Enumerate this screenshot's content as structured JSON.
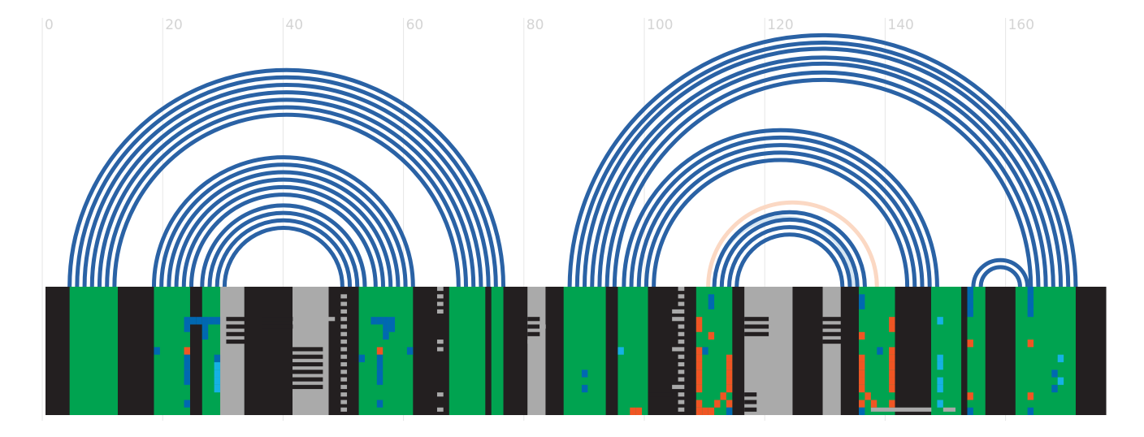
{
  "x_axis": {
    "ticks": [
      {
        "value": 0,
        "label": "0"
      },
      {
        "value": 20,
        "label": "20"
      },
      {
        "value": 40,
        "label": "40"
      },
      {
        "value": 60,
        "label": "60"
      },
      {
        "value": 80,
        "label": "80"
      },
      {
        "value": 100,
        "label": "100"
      },
      {
        "value": 120,
        "label": "120"
      },
      {
        "value": 140,
        "label": "140"
      },
      {
        "value": 160,
        "label": "160"
      }
    ],
    "min": 0,
    "max": 176,
    "grid": true
  },
  "colors": {
    "arc_primary": "#2a62a5",
    "arc_alt_orange": "#fbd8c3",
    "arc_alt_blue": "#d6e6f3",
    "paired": "#00a350",
    "unpaired": "#231f20",
    "gap": "#aaaaaa",
    "mut_blue": "#0068b1",
    "mut_cyan": "#16b1e4",
    "mut_orange": "#f05523",
    "tick_text": "#d4d4d4",
    "grid": "#e6e6e6"
  },
  "helices": [
    {
      "outer_i": 4,
      "outer_j": 76,
      "pairs": 7,
      "style": "primary"
    },
    {
      "outer_i": 18,
      "outer_j": 61,
      "pairs": 6,
      "style": "primary"
    },
    {
      "outer_i": 26,
      "outer_j": 53,
      "pairs": 4,
      "style": "primary"
    },
    {
      "outer_i": 87,
      "outer_j": 171,
      "pairs": 7,
      "style": "primary"
    },
    {
      "outer_i": 96,
      "outer_j": 148,
      "pairs": 5,
      "style": "primary"
    },
    {
      "outer_i": 110,
      "outer_j": 138,
      "pairs": 1,
      "style": "alt-orange"
    },
    {
      "outer_i": 111,
      "outer_j": 134,
      "pairs": 1,
      "style": "alt-blue"
    },
    {
      "outer_i": 111,
      "outer_j": 136,
      "pairs": 4,
      "style": "primary"
    },
    {
      "outer_i": 154,
      "outer_j": 163,
      "pairs": 2,
      "style": "primary"
    }
  ],
  "alignment": {
    "rows": 17,
    "segments": [
      {
        "start": 0,
        "end": 4,
        "type": "unpaired"
      },
      {
        "start": 4,
        "end": 12,
        "type": "paired"
      },
      {
        "start": 12,
        "end": 18,
        "type": "unpaired"
      },
      {
        "start": 18,
        "end": 24,
        "type": "paired"
      },
      {
        "start": 24,
        "end": 26,
        "type": "unpaired"
      },
      {
        "start": 26,
        "end": 29,
        "type": "paired"
      },
      {
        "start": 29,
        "end": 33,
        "type": "gap"
      },
      {
        "start": 33,
        "end": 41,
        "type": "unpaired"
      },
      {
        "start": 41,
        "end": 47,
        "type": "gap"
      },
      {
        "start": 47,
        "end": 52,
        "type": "unpaired"
      },
      {
        "start": 52,
        "end": 61,
        "type": "paired"
      },
      {
        "start": 61,
        "end": 67,
        "type": "unpaired"
      },
      {
        "start": 67,
        "end": 73,
        "type": "paired"
      },
      {
        "start": 73,
        "end": 74,
        "type": "unpaired"
      },
      {
        "start": 74,
        "end": 76,
        "type": "paired"
      },
      {
        "start": 76,
        "end": 80,
        "type": "unpaired"
      },
      {
        "start": 80,
        "end": 83,
        "type": "gap"
      },
      {
        "start": 83,
        "end": 86,
        "type": "unpaired"
      },
      {
        "start": 86,
        "end": 93,
        "type": "paired"
      },
      {
        "start": 93,
        "end": 95,
        "type": "unpaired"
      },
      {
        "start": 95,
        "end": 100,
        "type": "paired"
      },
      {
        "start": 100,
        "end": 108,
        "type": "unpaired"
      },
      {
        "start": 108,
        "end": 114,
        "type": "paired"
      },
      {
        "start": 114,
        "end": 116,
        "type": "unpaired"
      },
      {
        "start": 116,
        "end": 124,
        "type": "gap"
      },
      {
        "start": 124,
        "end": 129,
        "type": "unpaired"
      },
      {
        "start": 129,
        "end": 132,
        "type": "gap"
      },
      {
        "start": 132,
        "end": 135,
        "type": "unpaired"
      },
      {
        "start": 135,
        "end": 141,
        "type": "paired"
      },
      {
        "start": 141,
        "end": 147,
        "type": "unpaired"
      },
      {
        "start": 147,
        "end": 152,
        "type": "paired"
      },
      {
        "start": 152,
        "end": 153,
        "type": "unpaired"
      },
      {
        "start": 153,
        "end": 156,
        "type": "paired"
      },
      {
        "start": 156,
        "end": 161,
        "type": "unpaired"
      },
      {
        "start": 161,
        "end": 171,
        "type": "paired"
      },
      {
        "start": 171,
        "end": 176,
        "type": "unpaired"
      }
    ],
    "patches": [
      {
        "start": 30,
        "end": 33,
        "rows": [
          4,
          5,
          6,
          7
        ],
        "type": "unpaired"
      },
      {
        "start": 36,
        "end": 41,
        "rows": [
          4,
          5
        ],
        "type": "unpaired"
      },
      {
        "start": 41,
        "end": 46,
        "rows": [
          8,
          9,
          10,
          11,
          12,
          13
        ],
        "type": "unpaired"
      },
      {
        "start": 47,
        "end": 48,
        "rows": [
          4
        ],
        "type": "gap"
      },
      {
        "start": 49,
        "end": 50,
        "rows": [
          1,
          2,
          3,
          4,
          5,
          6,
          7,
          8,
          9,
          10,
          11,
          12,
          13,
          14,
          15,
          16
        ],
        "type": "gap"
      },
      {
        "start": 41,
        "end": 46,
        "rows": [
          14
        ],
        "type": "gap"
      },
      {
        "start": 65,
        "end": 66,
        "rows": [
          0,
          1,
          2,
          3
        ],
        "type": "gap"
      },
      {
        "start": 65,
        "end": 66,
        "rows": [
          7,
          8
        ],
        "type": "gap"
      },
      {
        "start": 65,
        "end": 66,
        "rows": [
          14,
          16
        ],
        "type": "gap"
      },
      {
        "start": 80,
        "end": 82,
        "rows": [
          4,
          5,
          6
        ],
        "type": "unpaired"
      },
      {
        "start": 82,
        "end": 83,
        "rows": [
          5
        ],
        "type": "gap"
      },
      {
        "start": 80,
        "end": 81,
        "rows": [
          7
        ],
        "type": "gap"
      },
      {
        "start": 104,
        "end": 105,
        "rows": [
          3,
          4,
          8,
          13
        ],
        "type": "gap"
      },
      {
        "start": 105,
        "end": 106,
        "rows": [
          0,
          1,
          2,
          3,
          4,
          5,
          6,
          7,
          8,
          9,
          10,
          11,
          12,
          13,
          14,
          15,
          16
        ],
        "type": "gap"
      },
      {
        "start": 116,
        "end": 120,
        "rows": [
          4,
          5,
          6
        ],
        "type": "unpaired"
      },
      {
        "start": 116,
        "end": 118,
        "rows": [
          14,
          15,
          16
        ],
        "type": "unpaired"
      },
      {
        "start": 129,
        "end": 132,
        "rows": [
          4,
          5,
          6,
          7
        ],
        "type": "unpaired"
      },
      {
        "start": 137,
        "end": 147,
        "rows": [
          16
        ],
        "type": "gap"
      },
      {
        "start": 149,
        "end": 151,
        "rows": [
          16
        ],
        "type": "gap"
      },
      {
        "start": 100,
        "end": 104,
        "rows": [
          14
        ],
        "type": "unpaired"
      }
    ],
    "mutations": [
      {
        "pos": 23,
        "row": 4,
        "type": "mut_blue"
      },
      {
        "pos": 23,
        "row": 5,
        "type": "mut_blue"
      },
      {
        "pos": 24,
        "row": 4,
        "type": "mut_blue"
      },
      {
        "pos": 25,
        "row": 4,
        "type": "mut_blue"
      },
      {
        "pos": 26,
        "row": 4,
        "type": "mut_blue"
      },
      {
        "pos": 27,
        "row": 4,
        "type": "mut_blue"
      },
      {
        "pos": 28,
        "row": 4,
        "type": "mut_blue"
      },
      {
        "pos": 26,
        "row": 5,
        "type": "mut_blue"
      },
      {
        "pos": 26,
        "row": 6,
        "type": "mut_blue"
      },
      {
        "pos": 18,
        "row": 8,
        "type": "mut_blue"
      },
      {
        "pos": 23,
        "row": 8,
        "type": "mut_orange"
      },
      {
        "pos": 23,
        "row": 9,
        "type": "mut_blue"
      },
      {
        "pos": 23,
        "row": 10,
        "type": "mut_blue"
      },
      {
        "pos": 23,
        "row": 11,
        "type": "mut_blue"
      },
      {
        "pos": 23,
        "row": 12,
        "type": "mut_blue"
      },
      {
        "pos": 23,
        "row": 15,
        "type": "mut_blue"
      },
      {
        "pos": 28,
        "row": 9,
        "type": "mut_blue"
      },
      {
        "pos": 28,
        "row": 10,
        "type": "mut_cyan"
      },
      {
        "pos": 28,
        "row": 11,
        "type": "mut_cyan"
      },
      {
        "pos": 28,
        "row": 12,
        "type": "mut_cyan"
      },
      {
        "pos": 28,
        "row": 13,
        "type": "mut_cyan"
      },
      {
        "pos": 54,
        "row": 4,
        "type": "mut_blue"
      },
      {
        "pos": 55,
        "row": 4,
        "type": "mut_blue"
      },
      {
        "pos": 56,
        "row": 4,
        "type": "mut_blue"
      },
      {
        "pos": 57,
        "row": 4,
        "type": "mut_blue"
      },
      {
        "pos": 56,
        "row": 5,
        "type": "mut_blue"
      },
      {
        "pos": 56,
        "row": 6,
        "type": "mut_blue"
      },
      {
        "pos": 57,
        "row": 5,
        "type": "mut_blue"
      },
      {
        "pos": 52,
        "row": 9,
        "type": "mut_blue"
      },
      {
        "pos": 55,
        "row": 8,
        "type": "mut_orange"
      },
      {
        "pos": 55,
        "row": 9,
        "type": "mut_blue"
      },
      {
        "pos": 55,
        "row": 10,
        "type": "mut_blue"
      },
      {
        "pos": 55,
        "row": 11,
        "type": "mut_blue"
      },
      {
        "pos": 55,
        "row": 12,
        "type": "mut_blue"
      },
      {
        "pos": 55,
        "row": 15,
        "type": "mut_blue"
      },
      {
        "pos": 60,
        "row": 8,
        "type": "mut_blue"
      },
      {
        "pos": 89,
        "row": 11,
        "type": "mut_blue"
      },
      {
        "pos": 89,
        "row": 13,
        "type": "mut_blue"
      },
      {
        "pos": 95,
        "row": 8,
        "type": "mut_cyan"
      },
      {
        "pos": 97,
        "row": 16,
        "type": "mut_orange"
      },
      {
        "pos": 98,
        "row": 16,
        "type": "mut_orange"
      },
      {
        "pos": 110,
        "row": 1,
        "type": "mut_blue"
      },
      {
        "pos": 110,
        "row": 2,
        "type": "mut_blue"
      },
      {
        "pos": 108,
        "row": 4,
        "type": "mut_orange"
      },
      {
        "pos": 108,
        "row": 5,
        "type": "mut_orange"
      },
      {
        "pos": 110,
        "row": 6,
        "type": "mut_orange"
      },
      {
        "pos": 109,
        "row": 8,
        "type": "mut_blue"
      },
      {
        "pos": 108,
        "row": 8,
        "type": "mut_orange"
      },
      {
        "pos": 108,
        "row": 9,
        "type": "mut_orange"
      },
      {
        "pos": 108,
        "row": 10,
        "type": "mut_orange"
      },
      {
        "pos": 108,
        "row": 11,
        "type": "mut_orange"
      },
      {
        "pos": 108,
        "row": 12,
        "type": "mut_orange"
      },
      {
        "pos": 108,
        "row": 13,
        "type": "mut_orange"
      },
      {
        "pos": 113,
        "row": 9,
        "type": "mut_orange"
      },
      {
        "pos": 113,
        "row": 10,
        "type": "mut_orange"
      },
      {
        "pos": 113,
        "row": 11,
        "type": "mut_orange"
      },
      {
        "pos": 113,
        "row": 12,
        "type": "mut_orange"
      },
      {
        "pos": 113,
        "row": 13,
        "type": "mut_orange"
      },
      {
        "pos": 108,
        "row": 15,
        "type": "mut_orange"
      },
      {
        "pos": 108,
        "row": 16,
        "type": "mut_orange"
      },
      {
        "pos": 109,
        "row": 16,
        "type": "mut_orange"
      },
      {
        "pos": 110,
        "row": 16,
        "type": "mut_orange"
      },
      {
        "pos": 111,
        "row": 15,
        "type": "mut_orange"
      },
      {
        "pos": 112,
        "row": 14,
        "type": "mut_orange"
      },
      {
        "pos": 113,
        "row": 15,
        "type": "mut_orange"
      },
      {
        "pos": 113,
        "row": 16,
        "type": "mut_blue"
      },
      {
        "pos": 135,
        "row": 1,
        "type": "mut_blue"
      },
      {
        "pos": 135,
        "row": 2,
        "type": "mut_blue"
      },
      {
        "pos": 140,
        "row": 4,
        "type": "mut_orange"
      },
      {
        "pos": 140,
        "row": 5,
        "type": "mut_orange"
      },
      {
        "pos": 135,
        "row": 6,
        "type": "mut_orange"
      },
      {
        "pos": 138,
        "row": 8,
        "type": "mut_blue"
      },
      {
        "pos": 140,
        "row": 8,
        "type": "mut_orange"
      },
      {
        "pos": 140,
        "row": 9,
        "type": "mut_orange"
      },
      {
        "pos": 140,
        "row": 10,
        "type": "mut_orange"
      },
      {
        "pos": 140,
        "row": 11,
        "type": "mut_orange"
      },
      {
        "pos": 140,
        "row": 12,
        "type": "mut_orange"
      },
      {
        "pos": 140,
        "row": 13,
        "type": "mut_orange"
      },
      {
        "pos": 135,
        "row": 9,
        "type": "mut_orange"
      },
      {
        "pos": 135,
        "row": 10,
        "type": "mut_orange"
      },
      {
        "pos": 135,
        "row": 11,
        "type": "mut_orange"
      },
      {
        "pos": 135,
        "row": 12,
        "type": "mut_orange"
      },
      {
        "pos": 135,
        "row": 13,
        "type": "mut_orange"
      },
      {
        "pos": 136,
        "row": 14,
        "type": "mut_orange"
      },
      {
        "pos": 137,
        "row": 15,
        "type": "mut_orange"
      },
      {
        "pos": 135,
        "row": 15,
        "type": "mut_orange"
      },
      {
        "pos": 140,
        "row": 15,
        "type": "mut_orange"
      },
      {
        "pos": 135,
        "row": 16,
        "type": "mut_blue"
      },
      {
        "pos": 148,
        "row": 4,
        "type": "mut_cyan"
      },
      {
        "pos": 148,
        "row": 9,
        "type": "mut_cyan"
      },
      {
        "pos": 148,
        "row": 10,
        "type": "mut_cyan"
      },
      {
        "pos": 148,
        "row": 12,
        "type": "mut_cyan"
      },
      {
        "pos": 148,
        "row": 13,
        "type": "mut_cyan"
      },
      {
        "pos": 148,
        "row": 15,
        "type": "mut_cyan"
      },
      {
        "pos": 153,
        "row": 0,
        "type": "mut_blue"
      },
      {
        "pos": 153,
        "row": 1,
        "type": "mut_blue"
      },
      {
        "pos": 153,
        "row": 2,
        "type": "mut_blue"
      },
      {
        "pos": 153,
        "row": 3,
        "type": "mut_blue"
      },
      {
        "pos": 153,
        "row": 7,
        "type": "mut_orange"
      },
      {
        "pos": 153,
        "row": 14,
        "type": "mut_orange"
      },
      {
        "pos": 153,
        "row": 16,
        "type": "mut_blue"
      },
      {
        "pos": 163,
        "row": 0,
        "type": "mut_blue"
      },
      {
        "pos": 163,
        "row": 1,
        "type": "mut_blue"
      },
      {
        "pos": 163,
        "row": 2,
        "type": "mut_blue"
      },
      {
        "pos": 163,
        "row": 3,
        "type": "mut_blue"
      },
      {
        "pos": 163,
        "row": 7,
        "type": "mut_orange"
      },
      {
        "pos": 163,
        "row": 14,
        "type": "mut_orange"
      },
      {
        "pos": 163,
        "row": 16,
        "type": "mut_blue"
      },
      {
        "pos": 168,
        "row": 9,
        "type": "mut_cyan"
      },
      {
        "pos": 167,
        "row": 11,
        "type": "mut_blue"
      },
      {
        "pos": 168,
        "row": 12,
        "type": "mut_cyan"
      },
      {
        "pos": 167,
        "row": 13,
        "type": "mut_blue"
      }
    ]
  }
}
